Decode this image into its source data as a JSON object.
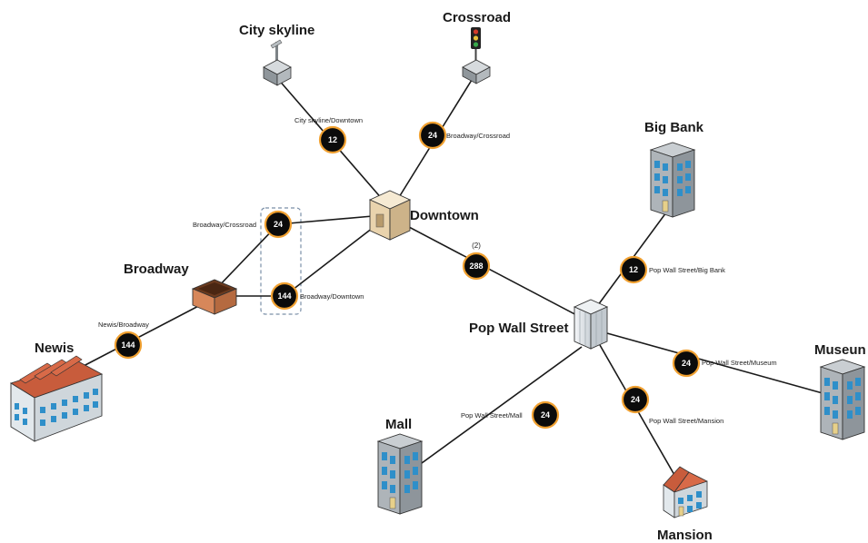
{
  "nodes": {
    "city_skyline": "City skyline",
    "crossroad": "Crossroad",
    "downtown": "Downtown",
    "big_bank": "Big Bank",
    "broadway": "Broadway",
    "newis": "Newis",
    "pop_wall_street": "Pop Wall Street",
    "museum": "Museun",
    "mall": "Mall",
    "mansion": "Mansion"
  },
  "links": {
    "city_skyline_downtown": {
      "label": "City skyline/Downtown",
      "value": "12"
    },
    "broadway_crossroad": {
      "label": "Broadway/Crossroad",
      "value": "24"
    },
    "broadway_crossroad_left": {
      "label": "Broadway/Crossroad",
      "value": "24"
    },
    "broadway_downtown": {
      "label": "Broadway/Downtown",
      "value": "144"
    },
    "downtown_pop_wall_street": {
      "label": "(2)",
      "value": "288"
    },
    "newis_broadway": {
      "label": "Newis/Broadway",
      "value": "144"
    },
    "pop_wall_street_big_bank": {
      "label": "Pop Wall Street/Big Bank",
      "value": "12"
    },
    "pop_wall_street_museum": {
      "label": "Pop Wall Street/Museum",
      "value": "24"
    },
    "pop_wall_street_mall": {
      "label": "Pop Wall Street/Mall",
      "value": "24"
    },
    "pop_wall_street_mansion": {
      "label": "Pop Wall Street/Mansion",
      "value": "24"
    }
  },
  "colors": {
    "badge_fill": "#0b0b0b",
    "badge_ring": "#f0a030",
    "link": "#1a1a1a",
    "selection_box": "#7a8fa8"
  },
  "icons": {
    "city_skyline": "antenna-tower-icon",
    "crossroad": "traffic-light-icon",
    "downtown": "building-block-icon",
    "big_bank": "office-tower-icon",
    "broadway": "open-box-icon",
    "newis": "factory-icon",
    "pop_wall_street": "glass-tower-icon",
    "museum": "office-tower-icon",
    "mall": "office-tower-icon",
    "mansion": "house-icon"
  }
}
